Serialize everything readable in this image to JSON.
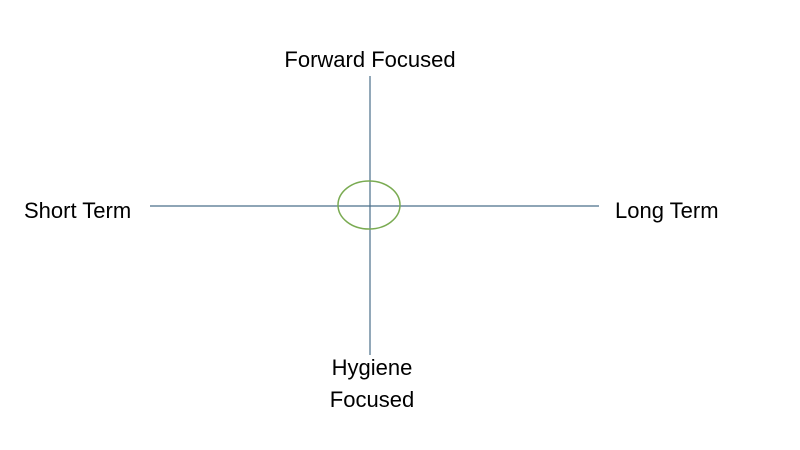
{
  "diagram": {
    "axes": {
      "top": "Forward Focused",
      "left": "Short Term",
      "right": "Long Term",
      "bottom_line1": "Hygiene",
      "bottom_line2": "Focused"
    },
    "colors": {
      "axis_line": "#4a6f8a",
      "center_ellipse": "#7aab52",
      "text": "#000000",
      "background": "#ffffff"
    }
  }
}
